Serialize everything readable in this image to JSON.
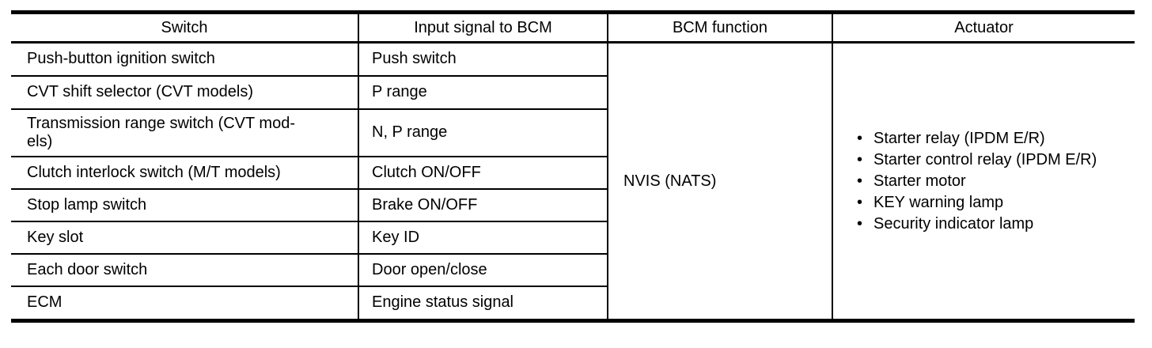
{
  "table": {
    "headers": [
      "Switch",
      "Input signal to BCM",
      "BCM function",
      "Actuator"
    ],
    "rows": [
      {
        "switch": "Push-button ignition switch",
        "input_signal": "Push switch"
      },
      {
        "switch": "CVT shift selector (CVT models)",
        "input_signal": "P range"
      },
      {
        "switch": "Transmission range switch (CVT mod-\nels)",
        "input_signal": "N, P range"
      },
      {
        "switch": "Clutch interlock switch (M/T models)",
        "input_signal": "Clutch ON/OFF"
      },
      {
        "switch": "Stop lamp switch",
        "input_signal": "Brake ON/OFF"
      },
      {
        "switch": "Key slot",
        "input_signal": "Key ID"
      },
      {
        "switch": "Each door switch",
        "input_signal": "Door open/close"
      },
      {
        "switch": "ECM",
        "input_signal": "Engine status signal"
      }
    ],
    "bcm_function": "NVIS (NATS)",
    "actuators": [
      "Starter relay (IPDM E/R)",
      "Starter control relay (IPDM E/R)",
      "Starter motor",
      "KEY warning lamp",
      "Security indicator lamp"
    ]
  },
  "colors": {
    "border": "#000000",
    "text": "#000000",
    "background": "#ffffff"
  }
}
